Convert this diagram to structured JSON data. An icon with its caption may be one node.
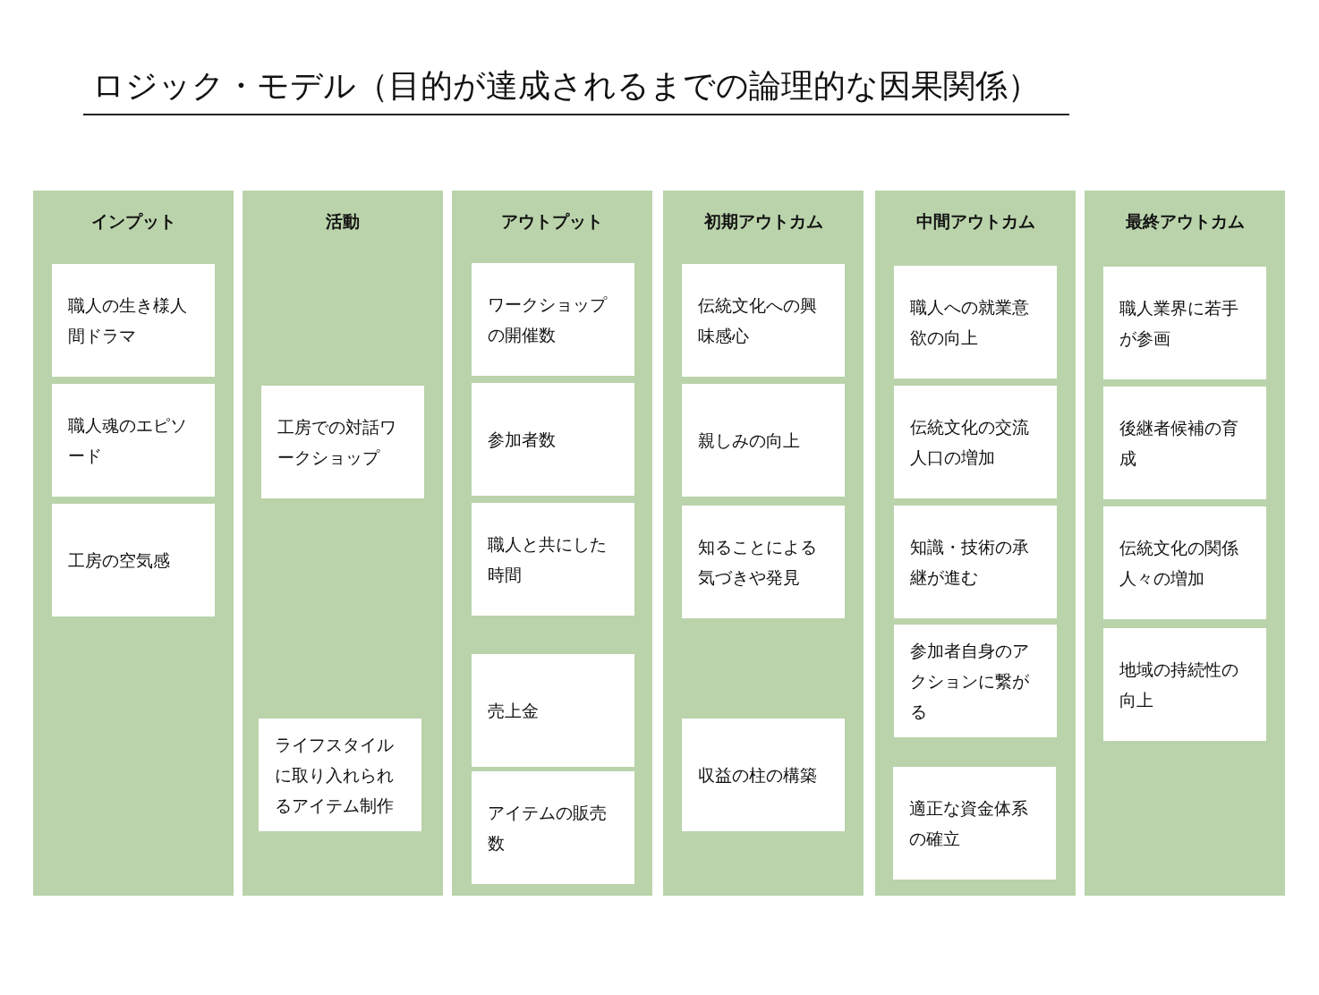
{
  "diagram": {
    "title": "ロジック・モデル（目的が達成されるまでの論理的な因果関係）",
    "nodes": [
      {
        "text": [
          "インプット"
        ]
      },
      {
        "text": [
          "職人の生き様人間ドラマ"
        ],
        "in": 0
      },
      {
        "text": [
          "職人魂のエピソード"
        ],
        "in": 0
      },
      {
        "text": [
          "工房の空気感"
        ],
        "in": 0
      },
      {
        "text": [
          "活動"
        ]
      },
      {
        "text": [
          "工房での対話ワークショップ"
        ],
        "in": 4
      },
      {
        "text": [
          "ライフスタイルに取り入れられるアイテム制作"
        ],
        "in": 4
      },
      {
        "text": [
          "アウトプット"
        ]
      },
      {
        "text": [
          "ワークショップの開催数"
        ],
        "in": 7
      },
      {
        "text": [
          "参加者数"
        ],
        "in": 7
      },
      {
        "text": [
          "職人と共にした時間"
        ],
        "in": 7
      },
      {
        "text": [
          "売上金"
        ],
        "in": 7
      },
      {
        "text": [
          "アイテムの販売数"
        ],
        "in": 7
      },
      {
        "text": [
          "初期アウトカム"
        ]
      },
      {
        "text": [
          "伝統文化への興味感心"
        ],
        "in": 13
      },
      {
        "text": [
          "親しみの向上"
        ],
        "in": 13
      },
      {
        "text": [
          "知ることによる気づきや発見"
        ],
        "in": 13
      },
      {
        "text": [
          "収益の柱の構築"
        ],
        "in": 13
      },
      {
        "text": [
          "中間アウトカム"
        ]
      },
      {
        "text": [
          "職人への就業意欲の向上"
        ],
        "in": 18
      },
      {
        "text": [
          "伝統文化の交流人口の増加"
        ],
        "in": 18
      },
      {
        "text": [
          "知識・技術の承継が進む"
        ],
        "in": 18
      },
      {
        "text": [
          "参加者自身のアクションに繋がる"
        ],
        "in": 18
      },
      {
        "text": [
          "適正な資金体系の確立"
        ],
        "in": 18
      },
      {
        "text": [
          "最終アウトカム"
        ]
      },
      {
        "text": [
          "職人業界に若手が参画"
        ],
        "in": 24
      },
      {
        "text": [
          "後継者候補の育成"
        ],
        "in": 24
      },
      {
        "text": [
          "伝統文化の関係人々の増加"
        ],
        "in": 24
      },
      {
        "text": [
          "地域の持続性の向上"
        ],
        "in": 24
      }
    ],
    "edges": []
  }
}
